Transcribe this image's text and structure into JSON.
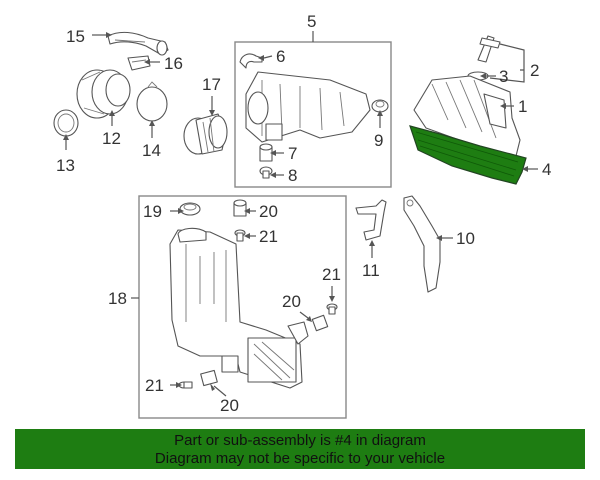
{
  "callouts": {
    "c1": "1",
    "c2": "2",
    "c3": "3",
    "c4": "4",
    "c5": "5",
    "c6": "6",
    "c7": "7",
    "c8": "8",
    "c9": "9",
    "c10": "10",
    "c11": "11",
    "c12": "12",
    "c13": "13",
    "c14": "14",
    "c15": "15",
    "c16": "16",
    "c17": "17",
    "c18": "18",
    "c19": "19",
    "c20a": "20",
    "c20b": "20",
    "c20c": "20",
    "c21a": "21",
    "c21b": "21",
    "c21c": "21"
  },
  "banner": {
    "line1": "Part or sub-assembly is #4 in diagram",
    "line2": "Diagram may not be specific to your vehicle"
  },
  "colors": {
    "highlight": "#1e7d12",
    "banner_bg": "#1e7d12"
  }
}
